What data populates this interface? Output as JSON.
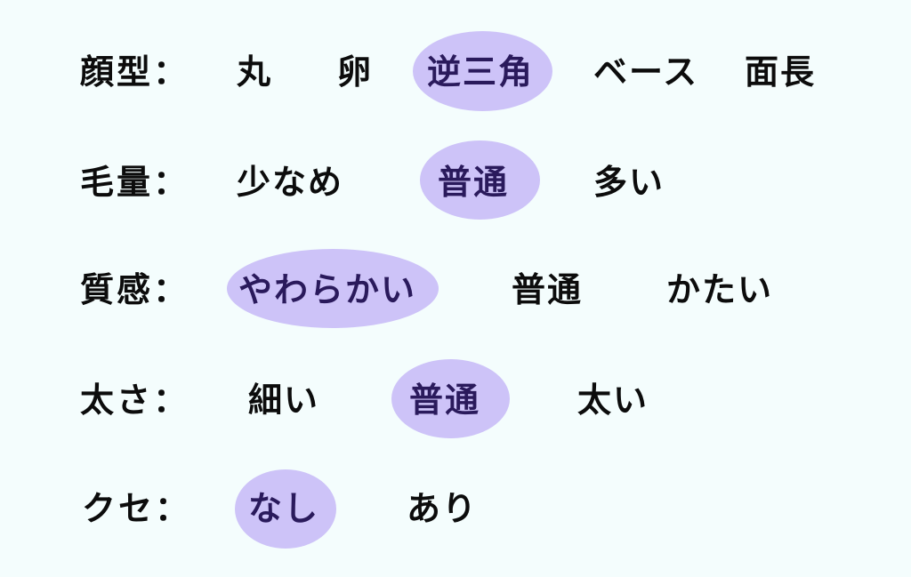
{
  "colors": {
    "background": "#f4fdfd",
    "highlight_fill": "#cdc3f8",
    "highlight_text": "#2a1a5c",
    "text": "#0c0c0c"
  },
  "rows": [
    {
      "label": "顔型：",
      "options": [
        {
          "text": "丸",
          "selected": false
        },
        {
          "text": "卵",
          "selected": false
        },
        {
          "text": "逆三角",
          "selected": true
        },
        {
          "text": "ベース",
          "selected": false
        },
        {
          "text": "面長",
          "selected": false
        }
      ]
    },
    {
      "label": "毛量：",
      "options": [
        {
          "text": "少なめ",
          "selected": false
        },
        {
          "text": "普通",
          "selected": true
        },
        {
          "text": "多い",
          "selected": false
        }
      ]
    },
    {
      "label": "質感：",
      "options": [
        {
          "text": "やわらかい",
          "selected": true
        },
        {
          "text": "普通",
          "selected": false
        },
        {
          "text": "かたい",
          "selected": false
        }
      ]
    },
    {
      "label": "太さ：",
      "options": [
        {
          "text": "細い",
          "selected": false
        },
        {
          "text": "普通",
          "selected": true
        },
        {
          "text": "太い",
          "selected": false
        }
      ]
    },
    {
      "label": "クセ：",
      "options": [
        {
          "text": "なし",
          "selected": true
        },
        {
          "text": "あり",
          "selected": false
        }
      ]
    }
  ]
}
